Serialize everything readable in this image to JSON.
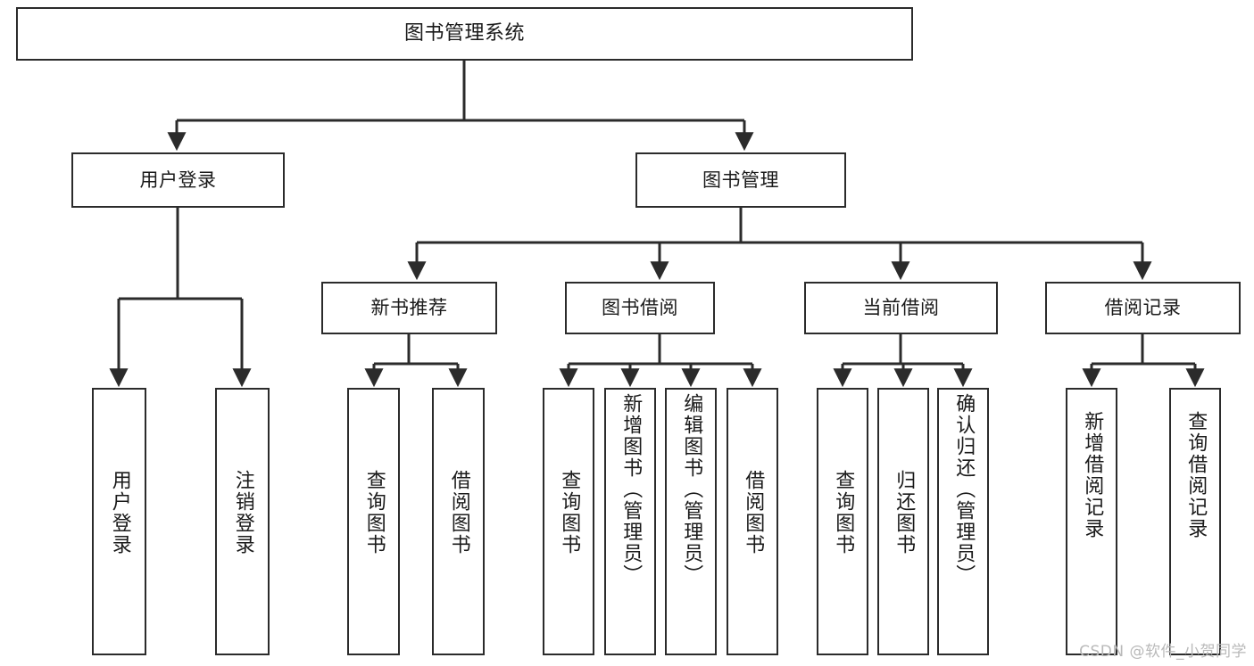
{
  "diagram": {
    "title": "图书管理系统",
    "type": "tree",
    "watermark": "CSDN @软件_小贺同学",
    "colors": {
      "box_border": "#2b2b2b",
      "box_fill": "#ffffff",
      "edge": "#2b2b2b",
      "text": "#1a1a1a",
      "watermark": "#b9b9b9"
    },
    "nodes": {
      "root": {
        "label": "图书管理系统"
      },
      "level2": [
        {
          "id": "user-login",
          "label": "用户登录"
        },
        {
          "id": "book-manage",
          "label": "图书管理"
        }
      ],
      "level3": [
        {
          "id": "new-book-recommend",
          "label": "新书推荐"
        },
        {
          "id": "book-borrow",
          "label": "图书借阅"
        },
        {
          "id": "current-borrow",
          "label": "当前借阅"
        },
        {
          "id": "borrow-record",
          "label": "借阅记录"
        }
      ],
      "leaves": [
        {
          "id": "leaf-user-login",
          "label": "用户登录",
          "parent": "user-login"
        },
        {
          "id": "leaf-user-logout",
          "label": "注销登录",
          "parent": "user-login"
        },
        {
          "id": "leaf-query-book-1",
          "label": "查询图书",
          "parent": "new-book-recommend"
        },
        {
          "id": "leaf-borrow-book-1",
          "label": "借阅图书",
          "parent": "new-book-recommend"
        },
        {
          "id": "leaf-query-book-2",
          "label": "查询图书",
          "parent": "book-borrow"
        },
        {
          "id": "leaf-add-book",
          "label": "新增图书（管理员）",
          "parent": "book-borrow"
        },
        {
          "id": "leaf-edit-book",
          "label": "编辑图书（管理员）",
          "parent": "book-borrow"
        },
        {
          "id": "leaf-borrow-book-2",
          "label": "借阅图书",
          "parent": "book-borrow"
        },
        {
          "id": "leaf-query-book-3",
          "label": "查询图书",
          "parent": "current-borrow"
        },
        {
          "id": "leaf-return-book",
          "label": "归还图书",
          "parent": "current-borrow"
        },
        {
          "id": "leaf-confirm-return",
          "label": "确认归还（管理员）",
          "parent": "current-borrow"
        },
        {
          "id": "leaf-add-record",
          "label": "新增借阅记录",
          "parent": "borrow-record"
        },
        {
          "id": "leaf-query-record",
          "label": "查询借阅记录",
          "parent": "borrow-record"
        }
      ]
    }
  }
}
